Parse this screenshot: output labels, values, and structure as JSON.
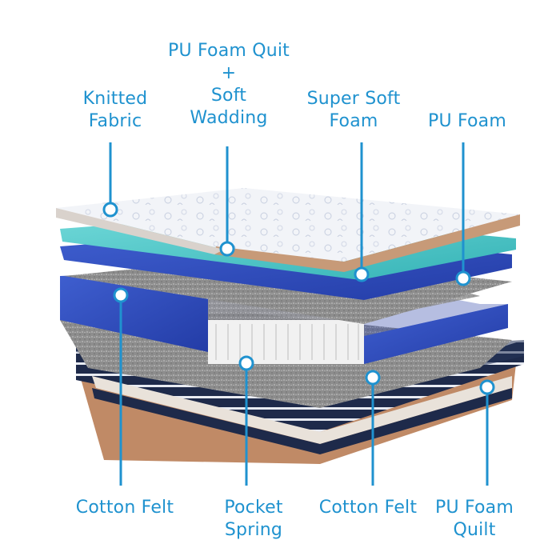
{
  "labels": {
    "pu_foam_quit_wadding": {
      "line1": "PU Foam Quit",
      "line2": "+",
      "line3": "Soft",
      "line4": "Wadding"
    },
    "knitted_fabric": {
      "line1": "Knitted",
      "line2": "Fabric"
    },
    "super_soft_foam": {
      "line1": "Super Soft",
      "line2": "Foam"
    },
    "pu_foam": {
      "line1": "PU Foam"
    },
    "cotton_felt_left": {
      "line1": "Cotton Felt"
    },
    "pocket_spring": {
      "line1": "Pocket",
      "line2": "Spring"
    },
    "cotton_felt_right": {
      "line1": "Cotton Felt"
    },
    "pu_foam_quilt": {
      "line1": "PU Foam",
      "line2": "Quilt"
    }
  },
  "colors": {
    "label_text": "#1f92cf",
    "callout_line": "#1f92cf",
    "knitted_fabric": "#f1f3f7",
    "teal_foam": "#4fc7c8",
    "blue_foam": "#2d49b8",
    "grey_felt": "#8a8a8a",
    "copper_edge": "#c79874",
    "navy_stripe": "#1e2a4a"
  }
}
